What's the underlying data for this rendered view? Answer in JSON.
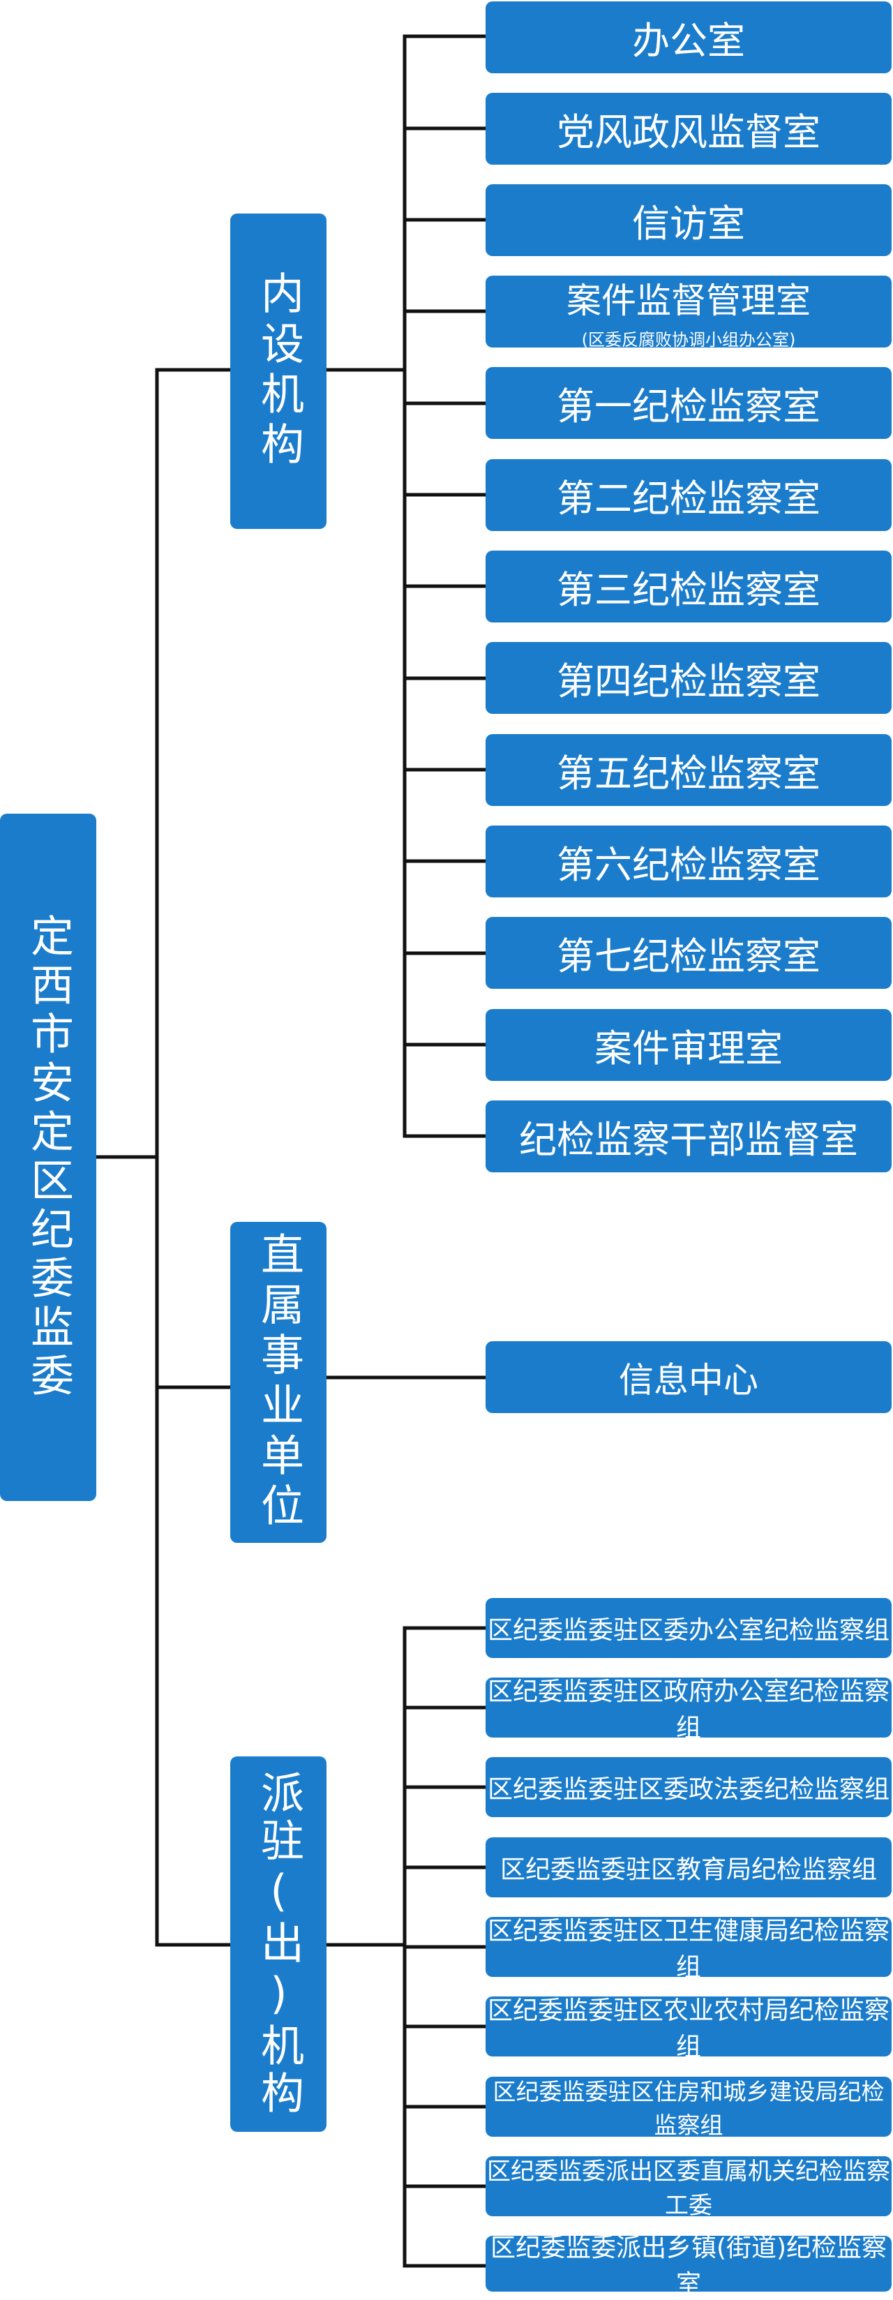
{
  "root": {
    "label": "定西市安定区纪委监委"
  },
  "categories": [
    {
      "label": "内设机构",
      "children": [
        {
          "label": "办公室"
        },
        {
          "label": "党风政风监督室"
        },
        {
          "label": "信访室"
        },
        {
          "label": "案件监督管理室",
          "sub": "(区委反腐败协调小组办公室)"
        },
        {
          "label": "第一纪检监察室"
        },
        {
          "label": "第二纪检监察室"
        },
        {
          "label": "第三纪检监察室"
        },
        {
          "label": "第四纪检监察室"
        },
        {
          "label": "第五纪检监察室"
        },
        {
          "label": "第六纪检监察室"
        },
        {
          "label": "第七纪检监察室"
        },
        {
          "label": "案件审理室"
        },
        {
          "label": "纪检监察干部监督室"
        }
      ]
    },
    {
      "label": "直属事业单位",
      "children": [
        {
          "label": "信息中心"
        }
      ]
    },
    {
      "label": "派驻(出)机构",
      "children": [
        {
          "label": "区纪委监委驻区委办公室纪检监察组"
        },
        {
          "label": "区纪委监委驻区政府办公室纪检监察组"
        },
        {
          "label": "区纪委监委驻区委政法委纪检监察组"
        },
        {
          "label": "区纪委监委驻区教育局纪检监察组"
        },
        {
          "label": "区纪委监委驻区卫生健康局纪检监察组"
        },
        {
          "label": "区纪委监委驻区农业农村局纪检监察组"
        },
        {
          "label": "区纪委监委驻区住房和城乡建设局纪检监察组"
        },
        {
          "label": "区纪委监委派出区委直属机关纪检监察工委"
        },
        {
          "label": "区纪委监委派出乡镇(街道)纪检监察室"
        }
      ]
    }
  ],
  "colors": {
    "box": "#1a7ccb",
    "line": "#111111",
    "text": "#ffffff"
  }
}
